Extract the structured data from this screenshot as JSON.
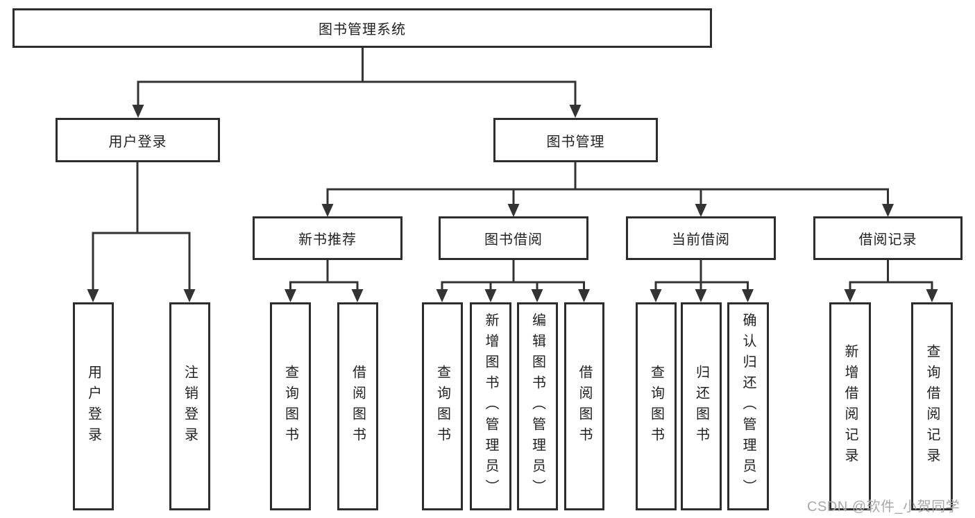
{
  "diagram": {
    "root": {
      "label": "图书管理系统"
    },
    "level2": [
      {
        "label": "用户登录"
      },
      {
        "label": "图书管理"
      }
    ],
    "level3": [
      {
        "label": "新书推荐"
      },
      {
        "label": "图书借阅"
      },
      {
        "label": "当前借阅"
      },
      {
        "label": "借阅记录"
      }
    ],
    "leaves": [
      {
        "label": "用户登录"
      },
      {
        "label": "注销登录"
      },
      {
        "label": "查询图书"
      },
      {
        "label": "借阅图书"
      },
      {
        "label": "查询图书"
      },
      {
        "label": "新增图书（管理员）"
      },
      {
        "label": "编辑图书（管理员）"
      },
      {
        "label": "借阅图书"
      },
      {
        "label": "查询图书"
      },
      {
        "label": "归还图书"
      },
      {
        "label": "确认归还（管理员）"
      },
      {
        "label": "新增借阅记录"
      },
      {
        "label": "查询借阅记录"
      }
    ],
    "watermark": "CSDN @软件_小贺同学",
    "colors": {
      "line": "#333333",
      "text": "#222222",
      "background": "#ffffff",
      "watermark": "#a8a8a8"
    }
  }
}
